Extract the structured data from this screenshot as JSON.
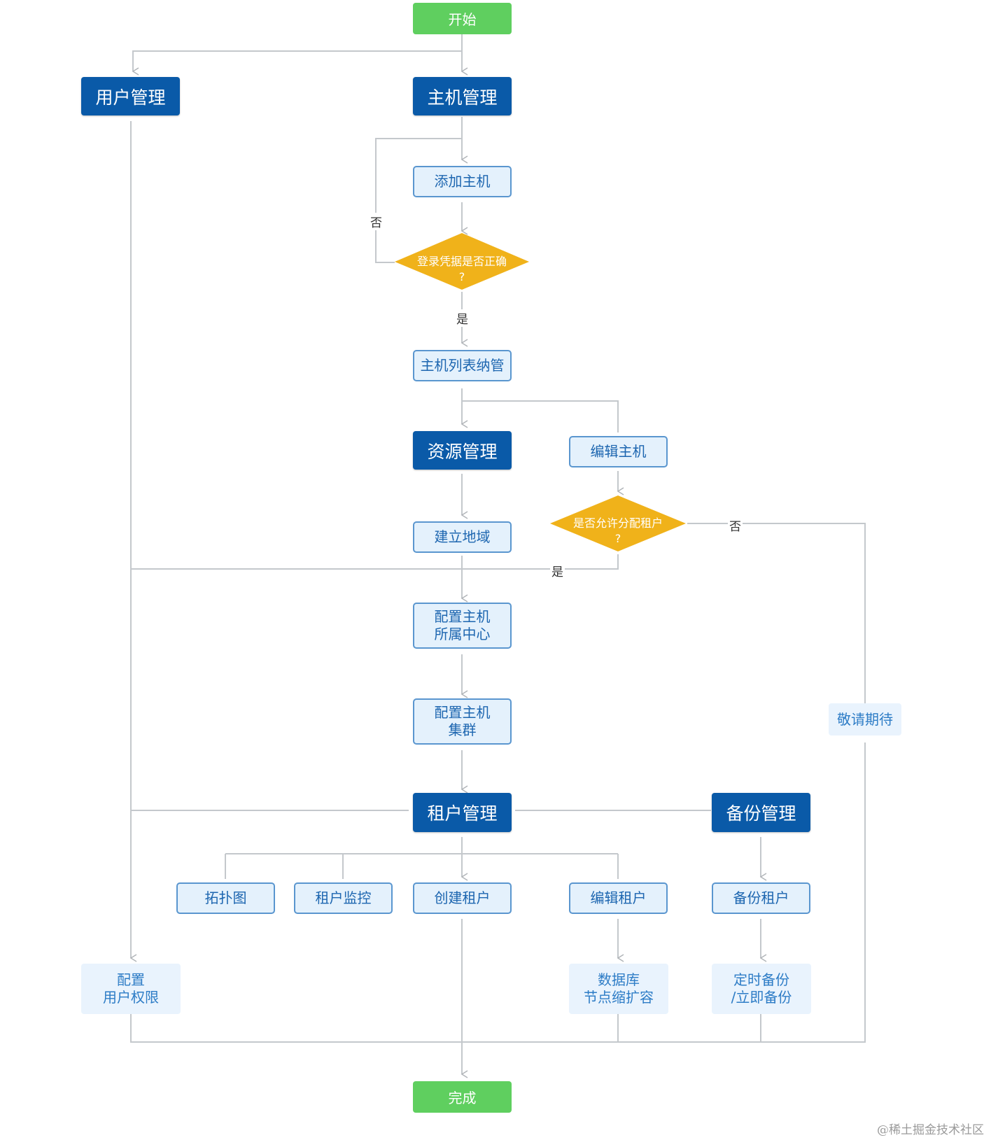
{
  "nodes": {
    "start": "开始",
    "user_mgmt": "用户管理",
    "host_mgmt": "主机管理",
    "add_host": "添加主机",
    "login_check": "登录凭据是否正确\n?",
    "host_list": "主机列表纳管",
    "resource_mgmt": "资源管理",
    "edit_host": "编辑主机",
    "build_region": "建立地域",
    "allow_tenant": "是否允许分配租户\n?",
    "config_center": "配置主机\n所属中心",
    "config_cluster": "配置主机\n集群",
    "coming_soon": "敬请期待",
    "tenant_mgmt": "租户管理",
    "backup_mgmt": "备份管理",
    "topology": "拓扑图",
    "tenant_monitor": "租户监控",
    "create_tenant": "创建租户",
    "edit_tenant": "编辑租户",
    "backup_tenant": "备份租户",
    "config_permission": "配置\n用户权限",
    "db_scale": "数据库\n节点缩扩容",
    "scheduled_backup": "定时备份\n/立即备份",
    "finish": "完成"
  },
  "edge_labels": {
    "login_no": "否",
    "login_yes": "是",
    "allow_no": "否",
    "allow_yes": "是"
  },
  "colors": {
    "start_end": "#5fcf5f",
    "category": "#0a5aa8",
    "step_fill": "#e4f1fc",
    "step_border": "#5a96cf",
    "decision": "#f0b21a",
    "connector": "#c4c8cc"
  },
  "watermark": "@稀土掘金技术社区"
}
